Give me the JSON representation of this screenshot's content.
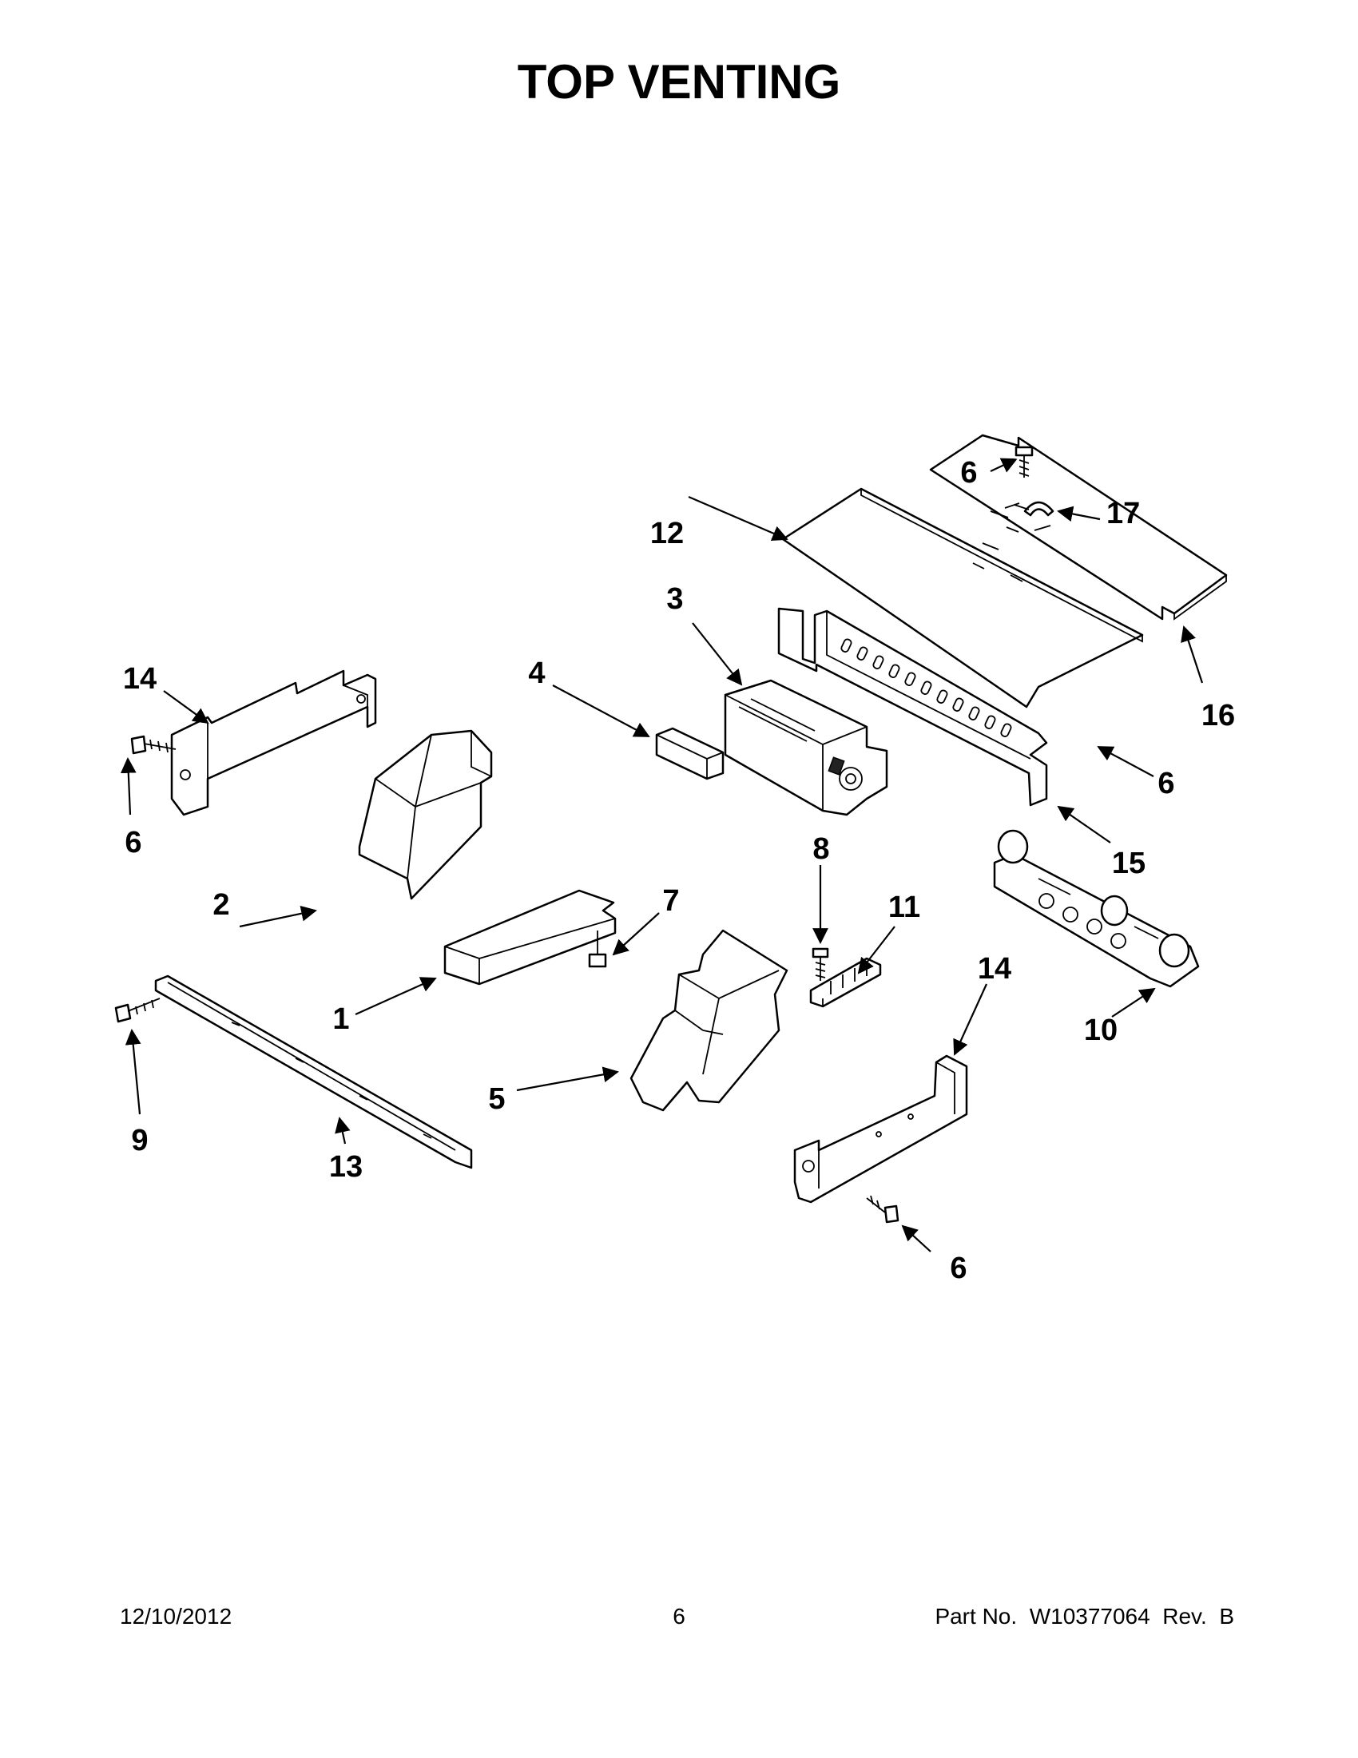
{
  "title": "TOP  VENTING",
  "footer": {
    "date": "12/10/2012",
    "page": "6",
    "part_no": "Part No.  W10377064  Rev.  B"
  },
  "callouts": [
    {
      "id": "c1",
      "text": "1"
    },
    {
      "id": "c2",
      "text": "2"
    },
    {
      "id": "c3",
      "text": "3"
    },
    {
      "id": "c4",
      "text": "4"
    },
    {
      "id": "c5",
      "text": "5"
    },
    {
      "id": "c6a",
      "text": "6"
    },
    {
      "id": "c6b",
      "text": "6"
    },
    {
      "id": "c6c",
      "text": "6"
    },
    {
      "id": "c6d",
      "text": "6"
    },
    {
      "id": "c7",
      "text": "7"
    },
    {
      "id": "c8",
      "text": "8"
    },
    {
      "id": "c9",
      "text": "9"
    },
    {
      "id": "c10",
      "text": "10"
    },
    {
      "id": "c11",
      "text": "11"
    },
    {
      "id": "c12",
      "text": "12"
    },
    {
      "id": "c13",
      "text": "13"
    },
    {
      "id": "c14a",
      "text": "14"
    },
    {
      "id": "c14b",
      "text": "14"
    },
    {
      "id": "c15",
      "text": "15"
    },
    {
      "id": "c16",
      "text": "16"
    },
    {
      "id": "c17",
      "text": "17"
    }
  ]
}
